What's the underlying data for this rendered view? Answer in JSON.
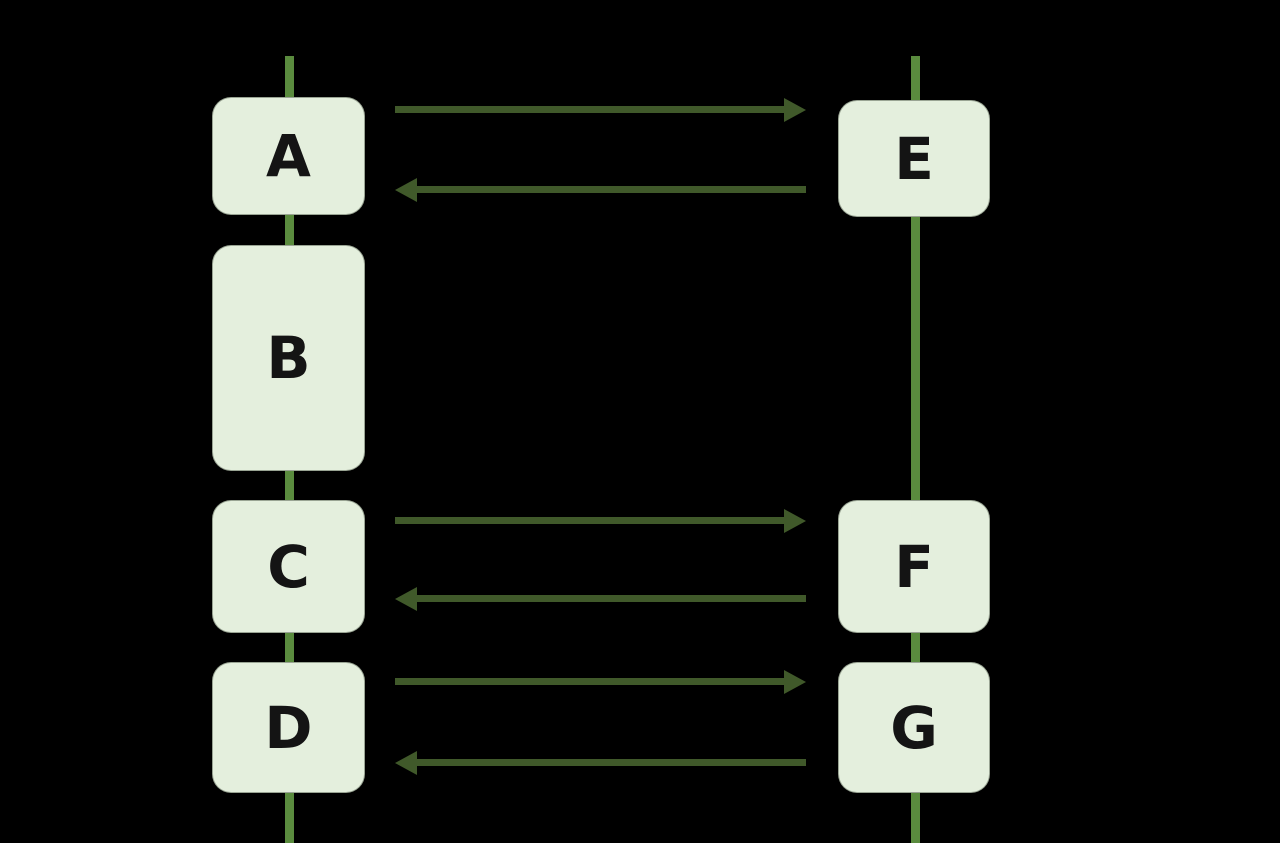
{
  "diagram": {
    "type": "sequence-diagram",
    "background_color": "#000000",
    "colors": {
      "node_fill": "#e4efdd",
      "node_text": "#141414",
      "lifeline": "#5a8b3e",
      "arrow": "#40592a"
    },
    "lifelines": [
      {
        "id": "left",
        "nodes": [
          "A",
          "B",
          "C",
          "D"
        ]
      },
      {
        "id": "right",
        "nodes": [
          "E",
          "F",
          "G"
        ]
      }
    ],
    "nodes": [
      {
        "id": "A",
        "label": "A"
      },
      {
        "id": "B",
        "label": "B"
      },
      {
        "id": "C",
        "label": "C"
      },
      {
        "id": "D",
        "label": "D"
      },
      {
        "id": "E",
        "label": "E"
      },
      {
        "id": "F",
        "label": "F"
      },
      {
        "id": "G",
        "label": "G"
      }
    ],
    "edges": [
      {
        "from": "A",
        "to": "E",
        "direction": "right",
        "label": ""
      },
      {
        "from": "E",
        "to": "A",
        "direction": "left",
        "label": ""
      },
      {
        "from": "C",
        "to": "F",
        "direction": "right",
        "label": ""
      },
      {
        "from": "F",
        "to": "C",
        "direction": "left",
        "label": ""
      },
      {
        "from": "D",
        "to": "G",
        "direction": "right",
        "label": ""
      },
      {
        "from": "G",
        "to": "D",
        "direction": "left",
        "label": ""
      }
    ]
  }
}
